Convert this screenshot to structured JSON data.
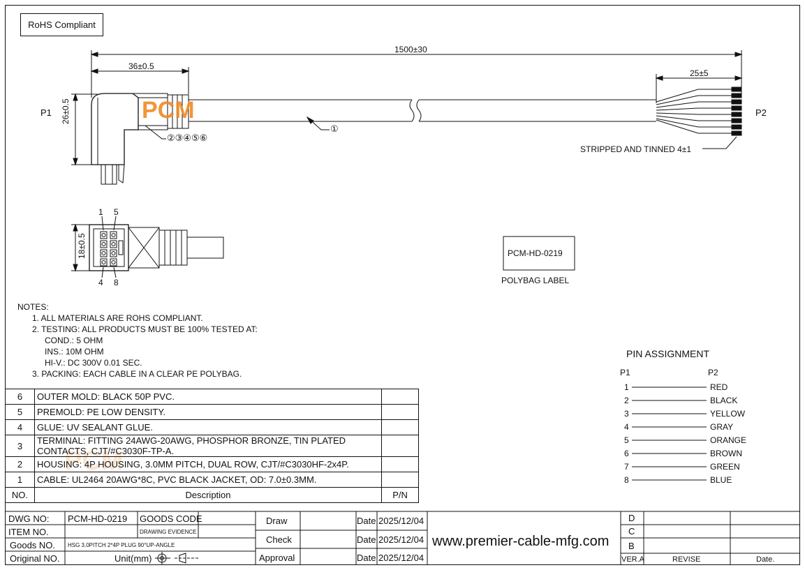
{
  "rohs_label": "RoHS Compliant",
  "dims": {
    "overall": "1500±30",
    "p1_len": "36±0.5",
    "p2_len": "25±5",
    "p1_height": "26±0.5",
    "face_height": "18±0.5"
  },
  "p1_label": "P1",
  "p2_label": "P2",
  "callout_cable": "①",
  "callout_parts": "②③④⑤⑥",
  "stripped_note": "STRIPPED AND TINNED 4±1",
  "pin_top_left": "1",
  "pin_top_right": "5",
  "pin_bottom_left": "4",
  "pin_bottom_right": "8",
  "polybag": {
    "code": "PCM-HD-0219",
    "caption": "POLYBAG LABEL"
  },
  "watermark": "PCM",
  "notes": {
    "title": "NOTES:",
    "lines": [
      "1. ALL MATERIALS ARE ROHS COMPLIANT.",
      "2. TESTING: ALL PRODUCTS MUST BE 100% TESTED AT:",
      "COND.: 5 OHM",
      "INS.: 10M OHM",
      "HI-V.: DC 300V 0.01 SEC.",
      "3. PACKING: EACH CABLE IN A CLEAR PE POLYBAG."
    ]
  },
  "pin_assignment": {
    "title": "PIN  ASSIGNMENT",
    "col1": "P1",
    "col2": "P2",
    "rows": [
      {
        "p1": "1",
        "p2": "RED"
      },
      {
        "p1": "2",
        "p2": "BLACK"
      },
      {
        "p1": "3",
        "p2": "YELLOW"
      },
      {
        "p1": "4",
        "p2": "GRAY"
      },
      {
        "p1": "5",
        "p2": "ORANGE"
      },
      {
        "p1": "6",
        "p2": "BROWN"
      },
      {
        "p1": "7",
        "p2": "GREEN"
      },
      {
        "p1": "8",
        "p2": "BLUE"
      }
    ]
  },
  "bom": {
    "rows": [
      {
        "no": "6",
        "desc": "OUTER MOLD: BLACK 50P PVC.",
        "pn": ""
      },
      {
        "no": "5",
        "desc": "PREMOLD: PE LOW DENSITY.",
        "pn": ""
      },
      {
        "no": "4",
        "desc": "GLUE: UV SEALANT GLUE.",
        "pn": ""
      },
      {
        "no": "3",
        "desc": "TERMINAL: FITTING 24AWG-20AWG, PHOSPHOR BRONZE, TIN PLATED\nCONTACTS, CJT/#C3030F-TP-A.",
        "pn": ""
      },
      {
        "no": "2",
        "desc": "HOUSING: 4P HOUSING, 3.0MM PITCH, DUAL ROW, CJT/#C3030HF-2x4P.",
        "pn": ""
      },
      {
        "no": "1",
        "desc": "CABLE: UL2464 20AWG*8C, PVC BLACK JACKET, OD: 7.0±0.3MM.",
        "pn": ""
      }
    ],
    "header": {
      "no": "NO.",
      "desc": "Description",
      "pn": "P/N"
    }
  },
  "title_block": {
    "dwg_no_label": "DWG NO:",
    "dwg_no": "PCM-HD-0219",
    "goods_code_label": "GOODS CODE",
    "item_no_label": "ITEM NO.",
    "drawing_evidence": "DRAWING EVIDENCE",
    "goods_no_label": "Goods NO.",
    "goods_desc": "HSG 3.0PITCH 2*4P PLUG 90°UP-ANGLE",
    "original_no_label": "Original NO.",
    "unit_label": "Unit(mm)",
    "draw_label": "Draw",
    "check_label": "Check",
    "approval_label": "Approval",
    "date_label": "Date",
    "date": "2025/12/04",
    "website": "www.premier-cable-mfg.com",
    "rev_letters": [
      "D",
      "C",
      "B"
    ],
    "ver_label": "VER.A",
    "revise_label": "REVISE",
    "date_col_label": "Date."
  }
}
